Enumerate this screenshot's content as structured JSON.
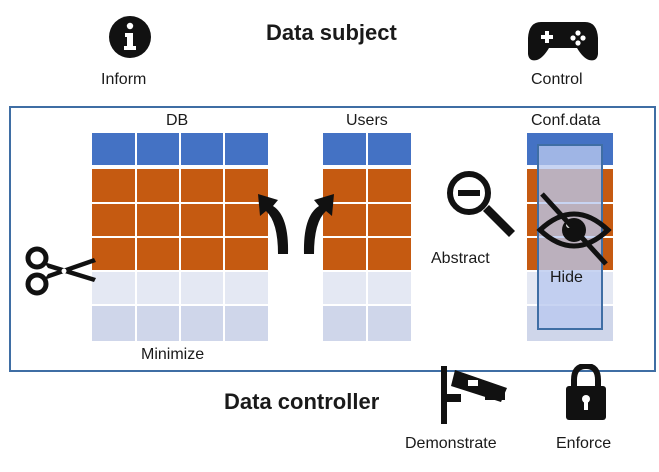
{
  "header": {
    "title": "Data subject"
  },
  "footer": {
    "title": "Data controller"
  },
  "subject_actions": {
    "inform": "Inform",
    "control": "Control"
  },
  "tables": {
    "db": "DB",
    "users": "Users",
    "conf": "Conf.data"
  },
  "operations": {
    "minimize": "Minimize",
    "abstract": "Abstract",
    "hide": "Hide"
  },
  "controller_actions": {
    "demonstrate": "Demonstrate",
    "enforce": "Enforce"
  },
  "colors": {
    "header_row": "#4472c4",
    "data_row": "#c55a11",
    "removed_row_light": "#e4e8f3",
    "removed_row_dark": "#cfd6ea",
    "frame": "#3f6ea4"
  },
  "icons": [
    "info-icon",
    "gamepad-icon",
    "scissors-icon",
    "split-arrows-icon",
    "magnifier-minus-icon",
    "eye-slash-icon",
    "camera-icon",
    "lock-icon"
  ]
}
